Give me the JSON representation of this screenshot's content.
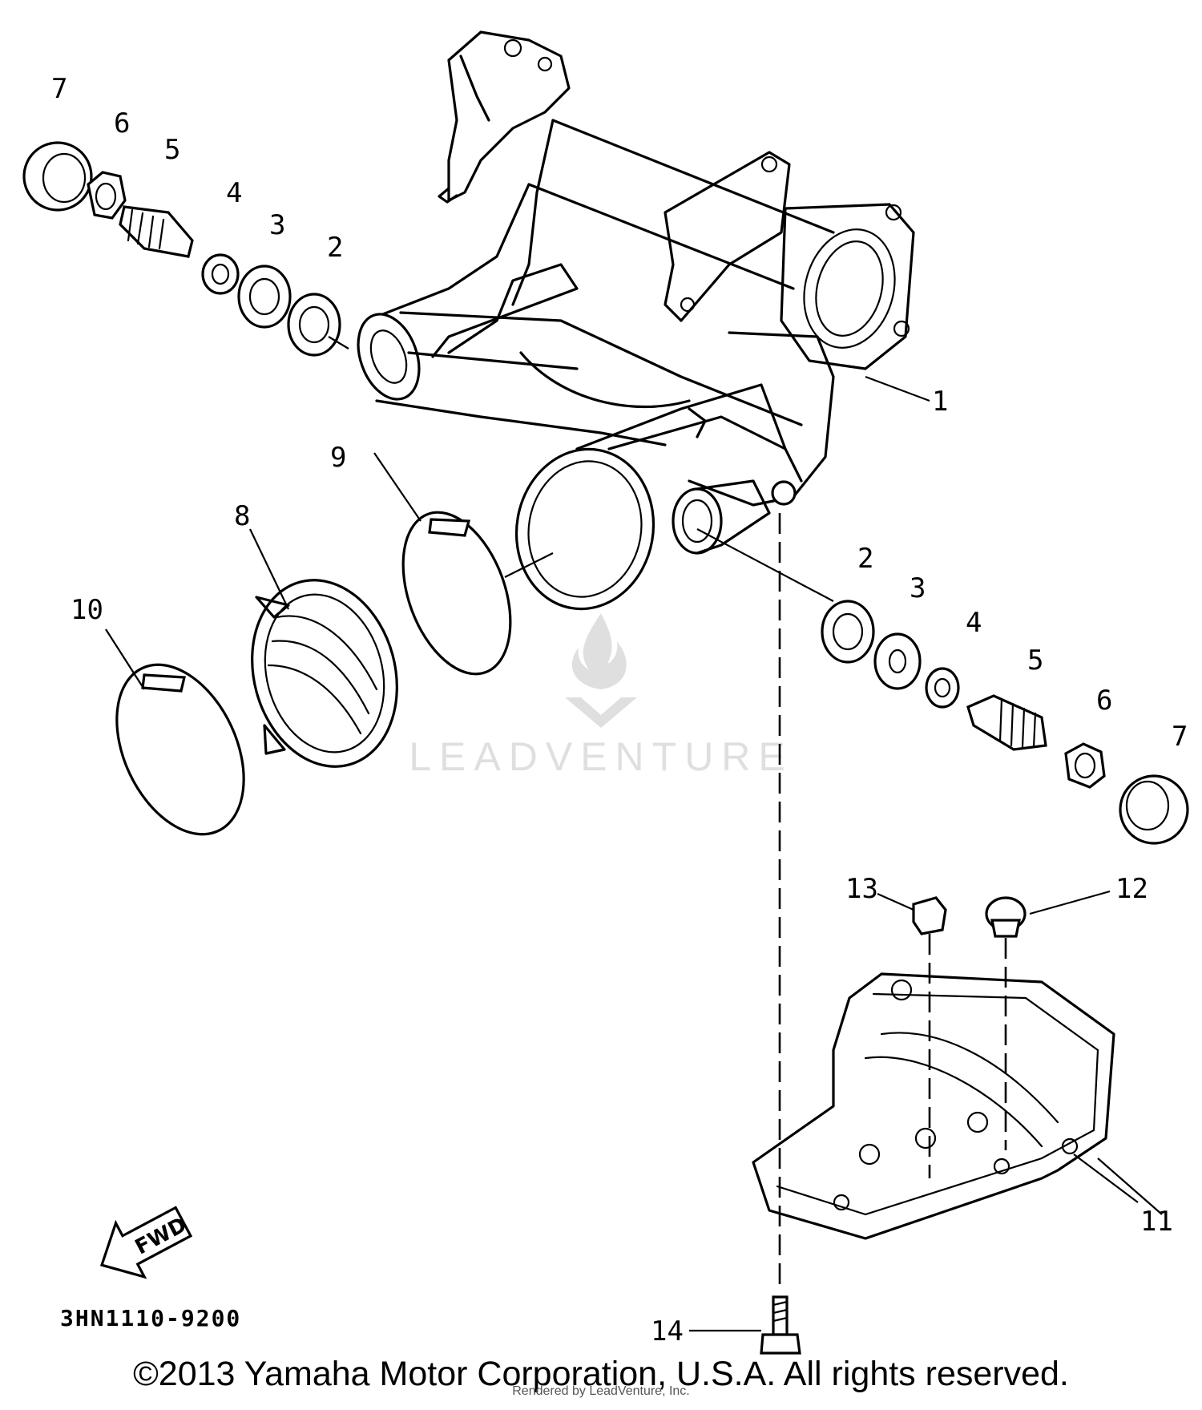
{
  "diagram": {
    "callouts": {
      "c1": "1",
      "c2a": "2",
      "c3a": "3",
      "c4a": "4",
      "c5a": "5",
      "c6a": "6",
      "c7a": "7",
      "c2b": "2",
      "c3b": "3",
      "c4b": "4",
      "c5b": "5",
      "c6b": "6",
      "c7b": "7",
      "c8": "8",
      "c9": "9",
      "c10": "10",
      "c11": "11",
      "c12": "12",
      "c13": "13",
      "c14": "14"
    },
    "fwd_label": "FWD",
    "diagram_code": "3HN1110-9200"
  },
  "footer": {
    "copyright": "©2013 Yamaha Motor Corporation, U.S.A. All rights reserved.",
    "rendered_by": "Rendered by LeadVenture, Inc."
  },
  "watermark": {
    "text": "LEADVENTURE"
  }
}
